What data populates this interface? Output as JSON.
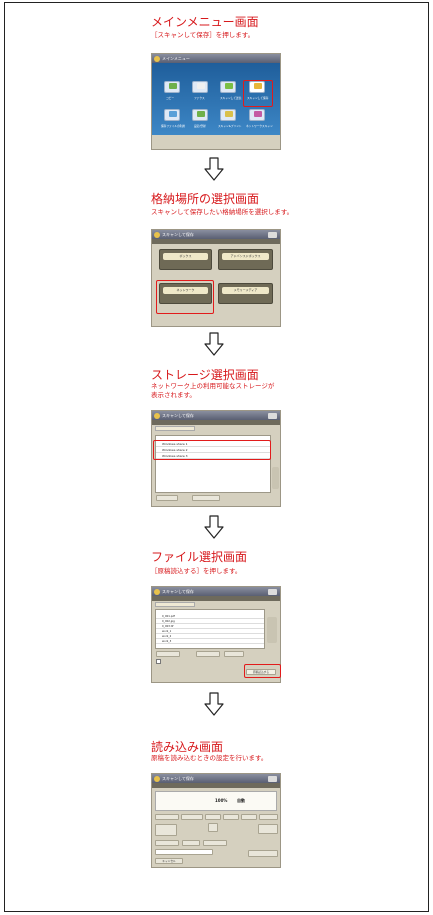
{
  "steps": [
    {
      "title": "メインメニュー画面",
      "desc": "［スキャンして保存］を押します。"
    },
    {
      "title": "格納場所の選択画面",
      "desc": "スキャンして保存したい格納場所を選択します。"
    },
    {
      "title": "ストレージ選択画面",
      "desc_lines": [
        "ネットワーク上の利用可能なストレージが",
        "表示されます。"
      ]
    },
    {
      "title": "ファイル選択画面",
      "desc": "［原稿読込する］を押します。"
    },
    {
      "title": "読み込み画面",
      "desc": "原稿を読み込むときの設定を行います。"
    }
  ],
  "screen1": {
    "title": "メインメニュー",
    "tiles": [
      "コピー",
      "ファクス",
      "スキャンして送信",
      "スキャンして保存",
      "保存ファイルの利用",
      "設定/登録",
      "スキャン&プリント",
      "ネットワークスキャン"
    ]
  },
  "screen2": {
    "title": "スキャンして保存",
    "buttons": [
      "ボックス",
      "アドバンスドボックス",
      "ネットワーク",
      "メモリーメディア"
    ]
  },
  "screen3": {
    "title": "スキャンして保存",
    "rows": [
      "Windows share 1",
      "Windows share 2",
      "Windows share 3"
    ]
  },
  "screen4": {
    "title": "スキャンして保存",
    "files": [
      "0_001.pdf",
      "0_002.jpg",
      "0_003.tif",
      "work_1",
      "work_2",
      "work_3"
    ],
    "read_button": "原稿読込する"
  },
  "screen5": {
    "title": "スキャンして保存",
    "settings": [
      "100%",
      "自動"
    ],
    "cancel": "キャンセル"
  }
}
